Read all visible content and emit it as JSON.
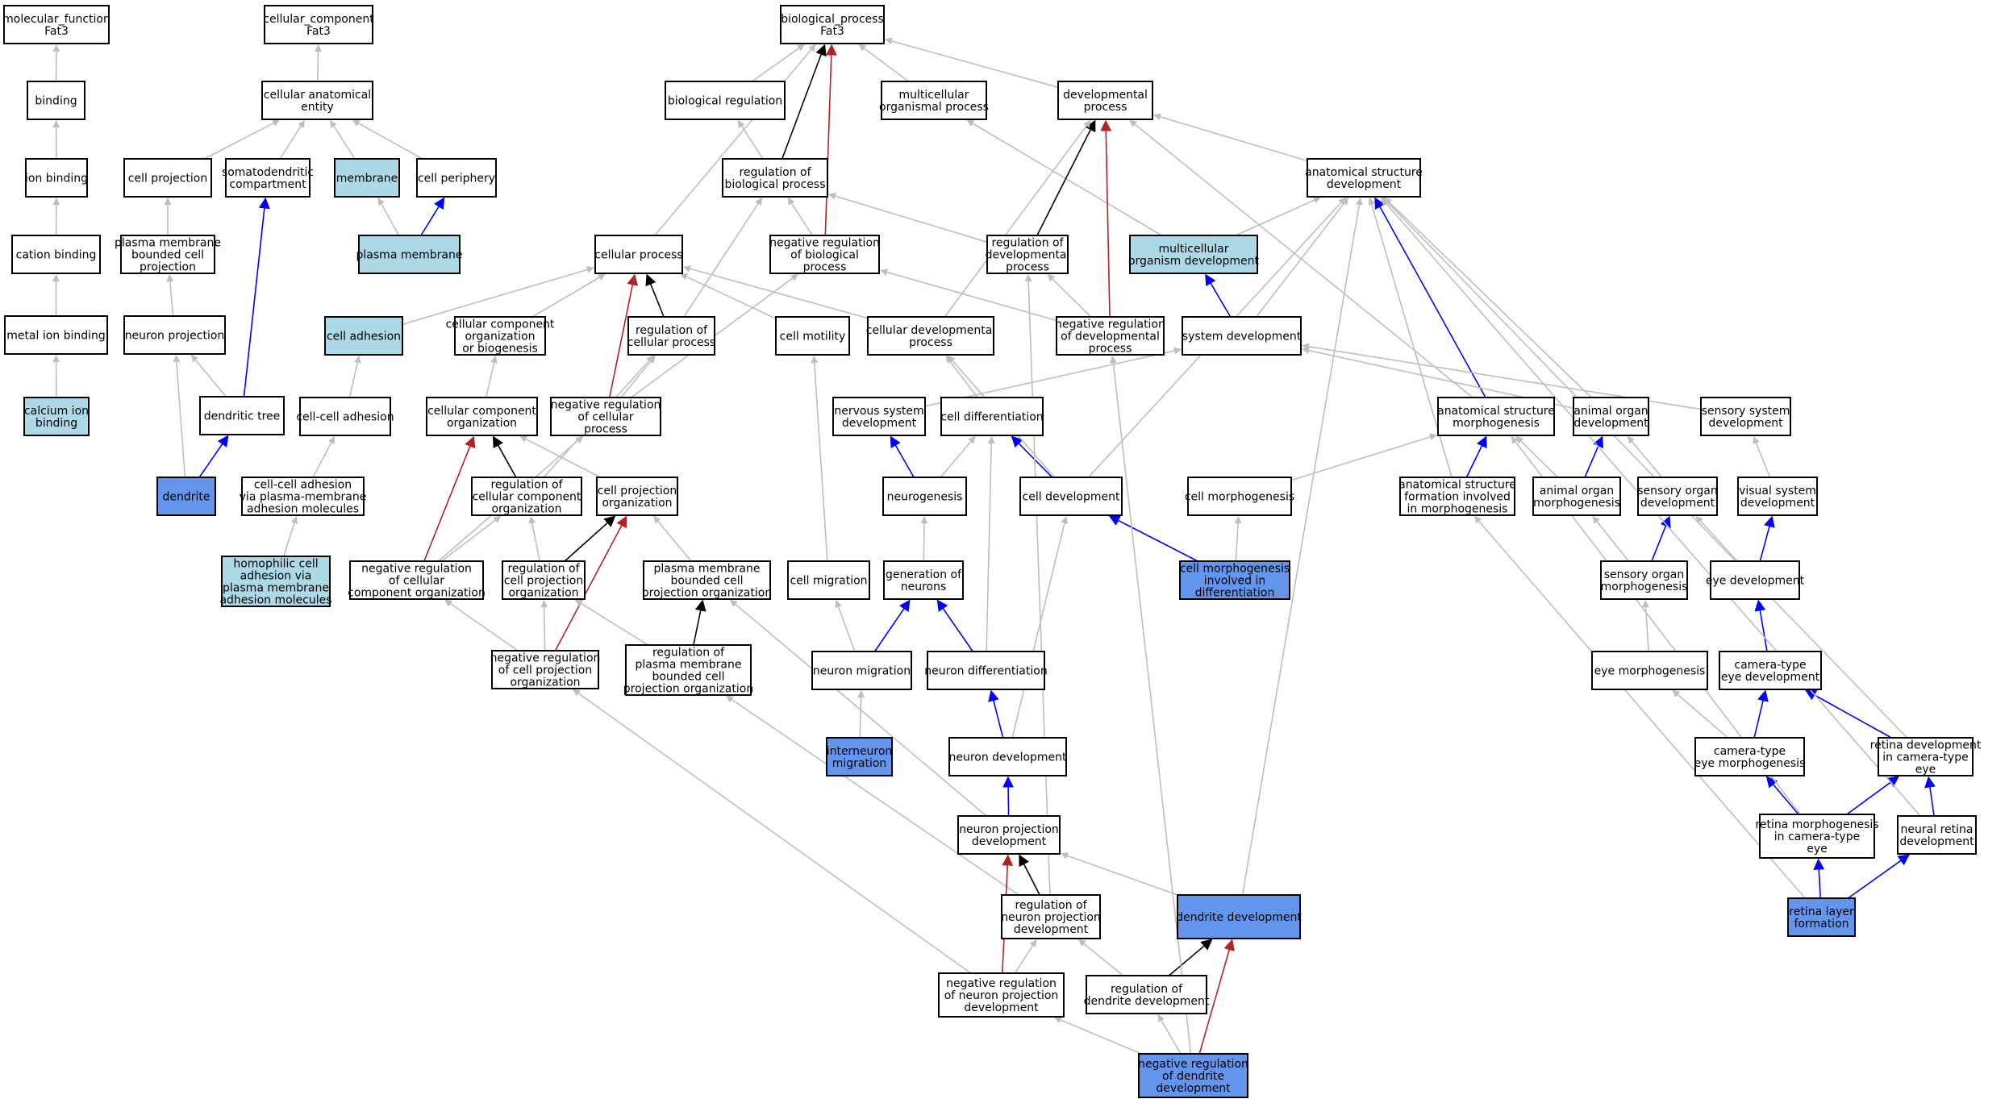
{
  "colors": {
    "default": "#ffffff",
    "light": "#add8e6",
    "dark": "#6495ed",
    "gray": "#bebebe",
    "black": "#000000",
    "blue": "#0000ff",
    "red": "#b22222"
  },
  "nodes": [
    {
      "id": "mf",
      "label": [
        "molecular_function",
        "Fat3"
      ],
      "fill": "default"
    },
    {
      "id": "binding",
      "label": [
        "binding"
      ],
      "fill": "default"
    },
    {
      "id": "ionb",
      "label": [
        "ion binding"
      ],
      "fill": "default"
    },
    {
      "id": "catb",
      "label": [
        "cation binding"
      ],
      "fill": "default"
    },
    {
      "id": "metal",
      "label": [
        "metal ion binding"
      ],
      "fill": "default"
    },
    {
      "id": "calc",
      "label": [
        "calcium ion",
        "binding"
      ],
      "fill": "light"
    },
    {
      "id": "cc",
      "label": [
        "cellular_component",
        "Fat3"
      ],
      "fill": "default"
    },
    {
      "id": "cae",
      "label": [
        "cellular anatomical",
        "entity"
      ],
      "fill": "default"
    },
    {
      "id": "cproj",
      "label": [
        "cell projection"
      ],
      "fill": "default"
    },
    {
      "id": "somato",
      "label": [
        "somatodendritic",
        "compartment"
      ],
      "fill": "default"
    },
    {
      "id": "membrane",
      "label": [
        "membrane"
      ],
      "fill": "light"
    },
    {
      "id": "cperiph",
      "label": [
        "cell periphery"
      ],
      "fill": "default"
    },
    {
      "id": "pmbcp",
      "label": [
        "plasma membrane",
        "bounded cell",
        "projection"
      ],
      "fill": "default"
    },
    {
      "id": "pm",
      "label": [
        "plasma membrane"
      ],
      "fill": "light"
    },
    {
      "id": "nproj",
      "label": [
        "neuron projection"
      ],
      "fill": "default"
    },
    {
      "id": "dtree",
      "label": [
        "dendritic tree"
      ],
      "fill": "default"
    },
    {
      "id": "dendrite",
      "label": [
        "dendrite"
      ],
      "fill": "dark"
    },
    {
      "id": "bp",
      "label": [
        "biological_process",
        "Fat3"
      ],
      "fill": "default"
    },
    {
      "id": "bioreg",
      "label": [
        "biological regulation"
      ],
      "fill": "default"
    },
    {
      "id": "mop",
      "label": [
        "multicellular",
        "organismal process"
      ],
      "fill": "default"
    },
    {
      "id": "devp",
      "label": [
        "developmental",
        "process"
      ],
      "fill": "default"
    },
    {
      "id": "regbp",
      "label": [
        "regulation of",
        "biological process"
      ],
      "fill": "default"
    },
    {
      "id": "asd",
      "label": [
        "anatomical structure",
        "development"
      ],
      "fill": "default"
    },
    {
      "id": "cellp",
      "label": [
        "cellular process"
      ],
      "fill": "default"
    },
    {
      "id": "negbp",
      "label": [
        "negative regulation",
        "of biological",
        "process"
      ],
      "fill": "default"
    },
    {
      "id": "regdev",
      "label": [
        "regulation of",
        "developmental",
        "process"
      ],
      "fill": "default"
    },
    {
      "id": "mod",
      "label": [
        "multicellular",
        "organism development"
      ],
      "fill": "light"
    },
    {
      "id": "celladh",
      "label": [
        "cell adhesion"
      ],
      "fill": "light"
    },
    {
      "id": "ccob",
      "label": [
        "cellular component",
        "organization",
        "or biogenesis"
      ],
      "fill": "default"
    },
    {
      "id": "regcp",
      "label": [
        "regulation of",
        "cellular process"
      ],
      "fill": "default"
    },
    {
      "id": "cmot",
      "label": [
        "cell motility"
      ],
      "fill": "default"
    },
    {
      "id": "cdevp",
      "label": [
        "cellular developmental",
        "process"
      ],
      "fill": "default"
    },
    {
      "id": "negdev",
      "label": [
        "negative regulation",
        "of developmental",
        "process"
      ],
      "fill": "default"
    },
    {
      "id": "sysdev",
      "label": [
        "system development"
      ],
      "fill": "default"
    },
    {
      "id": "cca",
      "label": [
        "cell-cell adhesion"
      ],
      "fill": "default"
    },
    {
      "id": "cco",
      "label": [
        "cellular component",
        "organization"
      ],
      "fill": "default"
    },
    {
      "id": "negcp",
      "label": [
        "negative regulation",
        "of cellular",
        "process"
      ],
      "fill": "default"
    },
    {
      "id": "nsd",
      "label": [
        "nervous system",
        "development"
      ],
      "fill": "default"
    },
    {
      "id": "cdiff",
      "label": [
        "cell differentiation"
      ],
      "fill": "default"
    },
    {
      "id": "asm",
      "label": [
        "anatomical structure",
        "morphogenesis"
      ],
      "fill": "default"
    },
    {
      "id": "aod",
      "label": [
        "animal organ",
        "development"
      ],
      "fill": "default"
    },
    {
      "id": "ssd",
      "label": [
        "sensory system",
        "development"
      ],
      "fill": "default"
    },
    {
      "id": "ccapm",
      "label": [
        "cell-cell adhesion",
        "via plasma-membrane",
        "adhesion molecules"
      ],
      "fill": "default"
    },
    {
      "id": "regcco",
      "label": [
        "regulation of",
        "cellular component",
        "organization"
      ],
      "fill": "default"
    },
    {
      "id": "cpo",
      "label": [
        "cell projection",
        "organization"
      ],
      "fill": "default"
    },
    {
      "id": "neurog",
      "label": [
        "neurogenesis"
      ],
      "fill": "default"
    },
    {
      "id": "celldev",
      "label": [
        "cell development"
      ],
      "fill": "default"
    },
    {
      "id": "cmorph",
      "label": [
        "cell morphogenesis"
      ],
      "fill": "default"
    },
    {
      "id": "asfim",
      "label": [
        "anatomical structure",
        "formation involved",
        "in morphogenesis"
      ],
      "fill": "default"
    },
    {
      "id": "aom",
      "label": [
        "animal organ",
        "morphogenesis"
      ],
      "fill": "default"
    },
    {
      "id": "sod",
      "label": [
        "sensory organ",
        "development"
      ],
      "fill": "default"
    },
    {
      "id": "vsd",
      "label": [
        "visual system",
        "development"
      ],
      "fill": "default"
    },
    {
      "id": "hca",
      "label": [
        "homophilic cell",
        "adhesion via",
        "plasma membrane",
        "adhesion molecules"
      ],
      "fill": "light"
    },
    {
      "id": "negcco",
      "label": [
        "negative regulation",
        "of cellular",
        "component organization"
      ],
      "fill": "default"
    },
    {
      "id": "regcpo",
      "label": [
        "regulation of",
        "cell projection",
        "organization"
      ],
      "fill": "default"
    },
    {
      "id": "pmbcpo",
      "label": [
        "plasma membrane",
        "bounded cell",
        "projection organization"
      ],
      "fill": "default"
    },
    {
      "id": "cmig",
      "label": [
        "cell migration"
      ],
      "fill": "default"
    },
    {
      "id": "genn",
      "label": [
        "generation of",
        "neurons"
      ],
      "fill": "default"
    },
    {
      "id": "cmidiff",
      "label": [
        "cell morphogenesis",
        "involved in",
        "differentiation"
      ],
      "fill": "dark"
    },
    {
      "id": "som",
      "label": [
        "sensory organ",
        "morphogenesis"
      ],
      "fill": "default"
    },
    {
      "id": "eyedev",
      "label": [
        "eye development"
      ],
      "fill": "default"
    },
    {
      "id": "negcpo",
      "label": [
        "negative regulation",
        "of cell projection",
        "organization"
      ],
      "fill": "default"
    },
    {
      "id": "regpmbcpo",
      "label": [
        "regulation of",
        "plasma membrane",
        "bounded cell",
        "projection organization"
      ],
      "fill": "default"
    },
    {
      "id": "nmig",
      "label": [
        "neuron migration"
      ],
      "fill": "default"
    },
    {
      "id": "ndiff",
      "label": [
        "neuron differentiation"
      ],
      "fill": "default"
    },
    {
      "id": "eyemorph",
      "label": [
        "eye morphogenesis"
      ],
      "fill": "default"
    },
    {
      "id": "cted",
      "label": [
        "camera-type",
        "eye development"
      ],
      "fill": "default"
    },
    {
      "id": "imig",
      "label": [
        "interneuron",
        "migration"
      ],
      "fill": "dark"
    },
    {
      "id": "ndev",
      "label": [
        "neuron development"
      ],
      "fill": "default"
    },
    {
      "id": "ctem",
      "label": [
        "camera-type",
        "eye morphogenesis"
      ],
      "fill": "default"
    },
    {
      "id": "rdcte",
      "label": [
        "retina development",
        "in camera-type",
        "eye"
      ],
      "fill": "default"
    },
    {
      "id": "npd",
      "label": [
        "neuron projection",
        "development"
      ],
      "fill": "default"
    },
    {
      "id": "rmcte",
      "label": [
        "retina morphogenesis",
        "in camera-type",
        "eye"
      ],
      "fill": "default"
    },
    {
      "id": "nrd",
      "label": [
        "neural retina",
        "development"
      ],
      "fill": "default"
    },
    {
      "id": "regnpd",
      "label": [
        "regulation of",
        "neuron projection",
        "development"
      ],
      "fill": "default"
    },
    {
      "id": "dendev",
      "label": [
        "dendrite development"
      ],
      "fill": "dark"
    },
    {
      "id": "rlf",
      "label": [
        "retina layer",
        "formation"
      ],
      "fill": "dark"
    },
    {
      "id": "negnpd",
      "label": [
        "negative regulation",
        "of neuron projection",
        "development"
      ],
      "fill": "default"
    },
    {
      "id": "regdd",
      "label": [
        "regulation of",
        "dendrite development"
      ],
      "fill": "default"
    },
    {
      "id": "negdd",
      "label": [
        "negative regulation",
        "of dendrite",
        "development"
      ],
      "fill": "dark"
    }
  ],
  "edges": [
    [
      "binding",
      "mf",
      "gray"
    ],
    [
      "ionb",
      "binding",
      "gray"
    ],
    [
      "catb",
      "ionb",
      "gray"
    ],
    [
      "metal",
      "catb",
      "gray"
    ],
    [
      "calc",
      "metal",
      "gray"
    ],
    [
      "cae",
      "cc",
      "gray"
    ],
    [
      "cproj",
      "cae",
      "gray"
    ],
    [
      "somato",
      "cae",
      "gray"
    ],
    [
      "membrane",
      "cae",
      "gray"
    ],
    [
      "cperiph",
      "cae",
      "gray"
    ],
    [
      "pmbcp",
      "cproj",
      "gray"
    ],
    [
      "pm",
      "membrane",
      "gray"
    ],
    [
      "pm",
      "cperiph",
      "blue"
    ],
    [
      "nproj",
      "pmbcp",
      "gray"
    ],
    [
      "dtree",
      "nproj",
      "gray"
    ],
    [
      "dtree",
      "somato",
      "blue"
    ],
    [
      "dendrite",
      "nproj",
      "gray"
    ],
    [
      "dendrite",
      "dtree",
      "blue"
    ],
    [
      "bioreg",
      "bp",
      "gray"
    ],
    [
      "mop",
      "bp",
      "gray"
    ],
    [
      "devp",
      "bp",
      "gray"
    ],
    [
      "cellp",
      "bp",
      "gray"
    ],
    [
      "regbp",
      "bioreg",
      "gray"
    ],
    [
      "regbp",
      "bp",
      "black"
    ],
    [
      "negbp",
      "regbp",
      "gray"
    ],
    [
      "negbp",
      "bp",
      "red"
    ],
    [
      "asd",
      "devp",
      "gray"
    ],
    [
      "mod",
      "mop",
      "gray"
    ],
    [
      "mod",
      "asd",
      "gray"
    ],
    [
      "regdev",
      "regbp",
      "gray"
    ],
    [
      "regdev",
      "devp",
      "black"
    ],
    [
      "negdev",
      "regdev",
      "gray"
    ],
    [
      "negdev",
      "negbp",
      "gray"
    ],
    [
      "negdev",
      "devp",
      "red"
    ],
    [
      "celladh",
      "cellp",
      "gray"
    ],
    [
      "ccob",
      "cellp",
      "gray"
    ],
    [
      "regcp",
      "cellp",
      "black"
    ],
    [
      "regcp",
      "regbp",
      "gray"
    ],
    [
      "cmot",
      "cellp",
      "gray"
    ],
    [
      "cdevp",
      "cellp",
      "gray"
    ],
    [
      "cdevp",
      "devp",
      "gray"
    ],
    [
      "sysdev",
      "asd",
      "gray"
    ],
    [
      "sysdev",
      "mod",
      "blue"
    ],
    [
      "cca",
      "celladh",
      "gray"
    ],
    [
      "cco",
      "ccob",
      "gray"
    ],
    [
      "negcp",
      "regcp",
      "gray"
    ],
    [
      "negcp",
      "cellp",
      "red"
    ],
    [
      "negcp",
      "negbp",
      "gray"
    ],
    [
      "nsd",
      "sysdev",
      "gray"
    ],
    [
      "cdiff",
      "cdevp",
      "gray"
    ],
    [
      "asm",
      "asd",
      "blue"
    ],
    [
      "asm",
      "devp",
      "gray"
    ],
    [
      "aod",
      "asd",
      "gray"
    ],
    [
      "aod",
      "sysdev",
      "gray"
    ],
    [
      "ssd",
      "sysdev",
      "gray"
    ],
    [
      "ccapm",
      "cca",
      "gray"
    ],
    [
      "regcco",
      "cco",
      "black"
    ],
    [
      "regcco",
      "regcp",
      "gray"
    ],
    [
      "cpo",
      "cco",
      "gray"
    ],
    [
      "neurog",
      "nsd",
      "blue"
    ],
    [
      "neurog",
      "cdiff",
      "gray"
    ],
    [
      "celldev",
      "cdiff",
      "blue"
    ],
    [
      "celldev",
      "asd",
      "gray"
    ],
    [
      "celldev",
      "cdevp",
      "gray"
    ],
    [
      "cmorph",
      "asm",
      "gray"
    ],
    [
      "asfim",
      "asm",
      "blue"
    ],
    [
      "asfim",
      "asd",
      "gray"
    ],
    [
      "aom",
      "aod",
      "blue"
    ],
    [
      "aom",
      "asm",
      "gray"
    ],
    [
      "sod",
      "aod",
      "gray"
    ],
    [
      "vsd",
      "ssd",
      "gray"
    ],
    [
      "hca",
      "ccapm",
      "gray"
    ],
    [
      "negcco",
      "regcco",
      "gray"
    ],
    [
      "negcco",
      "cco",
      "red"
    ],
    [
      "negcco",
      "negcp",
      "gray"
    ],
    [
      "regcpo",
      "regcco",
      "gray"
    ],
    [
      "regcpo",
      "cpo",
      "black"
    ],
    [
      "pmbcpo",
      "cpo",
      "gray"
    ],
    [
      "cmig",
      "cmot",
      "gray"
    ],
    [
      "genn",
      "neurog",
      "gray"
    ],
    [
      "cmidiff",
      "celldev",
      "blue"
    ],
    [
      "cmidiff",
      "cmorph",
      "gray"
    ],
    [
      "som",
      "sod",
      "blue"
    ],
    [
      "som",
      "aom",
      "gray"
    ],
    [
      "eyedev",
      "vsd",
      "blue"
    ],
    [
      "eyedev",
      "sod",
      "gray"
    ],
    [
      "negcpo",
      "regcpo",
      "gray"
    ],
    [
      "negcpo",
      "cpo",
      "red"
    ],
    [
      "negcpo",
      "negcco",
      "gray"
    ],
    [
      "regpmbcpo",
      "pmbcpo",
      "black"
    ],
    [
      "regpmbcpo",
      "regcpo",
      "gray"
    ],
    [
      "nmig",
      "cmig",
      "gray"
    ],
    [
      "nmig",
      "genn",
      "blue"
    ],
    [
      "ndiff",
      "genn",
      "blue"
    ],
    [
      "ndiff",
      "cdiff",
      "gray"
    ],
    [
      "eyemorph",
      "som",
      "gray"
    ],
    [
      "cted",
      "eyedev",
      "blue"
    ],
    [
      "imig",
      "nmig",
      "gray"
    ],
    [
      "ndev",
      "ndiff",
      "blue"
    ],
    [
      "ndev",
      "celldev",
      "gray"
    ],
    [
      "ctem",
      "eyemorph",
      "gray"
    ],
    [
      "ctem",
      "cted",
      "blue"
    ],
    [
      "rdcte",
      "cted",
      "blue"
    ],
    [
      "rdcte",
      "asd",
      "gray"
    ],
    [
      "npd",
      "ndev",
      "blue"
    ],
    [
      "npd",
      "pmbcpo",
      "gray"
    ],
    [
      "rmcte",
      "ctem",
      "blue"
    ],
    [
      "rmcte",
      "rdcte",
      "blue"
    ],
    [
      "rmcte",
      "asm",
      "gray"
    ],
    [
      "nrd",
      "rdcte",
      "blue"
    ],
    [
      "nrd",
      "asd",
      "gray"
    ],
    [
      "regnpd",
      "npd",
      "black"
    ],
    [
      "regnpd",
      "regpmbcpo",
      "gray"
    ],
    [
      "regnpd",
      "regdev",
      "gray"
    ],
    [
      "dendev",
      "npd",
      "gray"
    ],
    [
      "dendev",
      "asd",
      "gray"
    ],
    [
      "rlf",
      "rmcte",
      "blue"
    ],
    [
      "rlf",
      "nrd",
      "blue"
    ],
    [
      "rlf",
      "asfim",
      "gray"
    ],
    [
      "negnpd",
      "regnpd",
      "gray"
    ],
    [
      "negnpd",
      "npd",
      "red"
    ],
    [
      "negnpd",
      "negcpo",
      "gray"
    ],
    [
      "regdd",
      "dendev",
      "black"
    ],
    [
      "regdd",
      "regnpd",
      "gray"
    ],
    [
      "negdd",
      "regdd",
      "gray"
    ],
    [
      "negdd",
      "dendev",
      "red"
    ],
    [
      "negdd",
      "negnpd",
      "gray"
    ],
    [
      "negdd",
      "negdev",
      "gray"
    ]
  ]
}
